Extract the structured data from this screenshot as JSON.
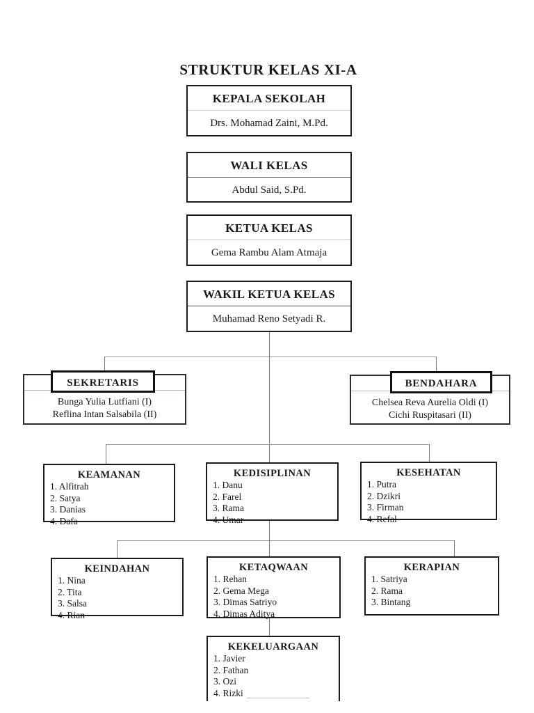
{
  "title": "STRUKTUR KELAS XI-A",
  "hierarchy": [
    {
      "title": "KEPALA SEKOLAH",
      "name": "Drs. Mohamad Zaini, M.Pd."
    },
    {
      "title": "WALI KELAS",
      "name": "Abdul Said, S.Pd."
    },
    {
      "title": "KETUA KELAS",
      "name": "Gema Rambu Alam Atmaja"
    },
    {
      "title": "WAKIL KETUA KELAS",
      "name": "Muhamad Reno Setyadi R."
    }
  ],
  "officers": [
    {
      "title": "SEKRETARIS",
      "names": [
        "Bunga Yulia Lutfiani (I)",
        "Reflina Intan Salsabila (II)"
      ]
    },
    {
      "title": "BENDAHARA",
      "names": [
        "Chelsea Reva Aurelia Oldi (I)",
        "Cichi Ruspitasari (II)"
      ]
    }
  ],
  "sections": [
    {
      "title": "KEAMANAN",
      "members": [
        "1. Alfitrah",
        "2. Satya",
        "3. Danias",
        "4. Dafa"
      ]
    },
    {
      "title": "KEDISIPLINAN",
      "members": [
        "1. Danu",
        "2. Farel",
        "3. Rama",
        "4. Umar"
      ]
    },
    {
      "title": "KESEHATAN",
      "members": [
        "1. Putra",
        "2. Dzikri",
        "3. Firman",
        "4. Refal"
      ]
    },
    {
      "title": "KEINDAHAN",
      "members": [
        "1. Nina",
        "2. Tita",
        "3. Salsa",
        "4. Rian"
      ]
    },
    {
      "title": "KETAQWAAN",
      "members": [
        "1. Rehan",
        "2. Gema Mega",
        "3. Dimas Satriyo",
        "4. Dimas Aditya"
      ]
    },
    {
      "title": "KERAPIAN",
      "members": [
        "1. Satriya",
        "2. Rama",
        "3. Bintang"
      ]
    },
    {
      "title": "KEKELUARGAAN",
      "members": [
        "1. Javier",
        "2. Fathan",
        "3. Ozi",
        "4. Rizki"
      ]
    }
  ],
  "colors": {
    "page_background": "#ffffff",
    "box_border": "#1b1b1b",
    "connector": "#8a8a8a",
    "text": "#1a1a1a"
  }
}
